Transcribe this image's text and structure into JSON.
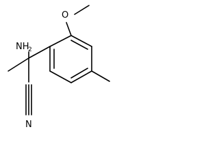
{
  "molecule": {
    "atoms": {
      "amine": {
        "element": "N",
        "hydrogen": "H",
        "hydrogen_count": "2"
      },
      "methoxy_oxygen": {
        "element": "O"
      },
      "nitrile_nitrogen": {
        "element": "N"
      }
    }
  },
  "colors": {
    "bond": "#000000",
    "label": "#000000",
    "background": "#ffffff"
  }
}
